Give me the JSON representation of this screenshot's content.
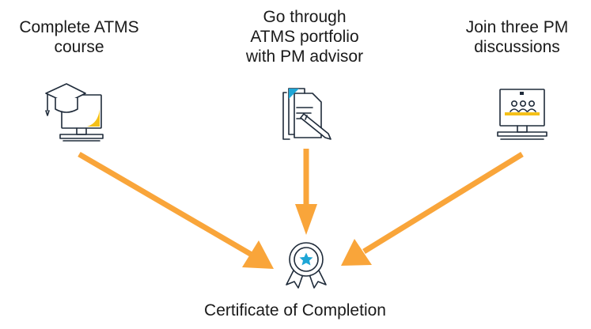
{
  "steps": [
    {
      "lines": [
        "Complete ATMS",
        "course"
      ],
      "icon": "computer-graduation-cap-icon"
    },
    {
      "lines": [
        "Go through",
        "ATMS portfolio",
        "with PM advisor"
      ],
      "icon": "document-pencil-icon"
    },
    {
      "lines": [
        "Join three PM",
        "discussions"
      ],
      "icon": "computer-video-meeting-icon"
    }
  ],
  "outcome": {
    "label": "Certificate of Completion",
    "icon": "award-ribbon-icon"
  },
  "colors": {
    "arrow": "#F9A53A",
    "icon_stroke": "#1F2B3A",
    "accent_yellow": "#F5C018",
    "accent_teal": "#1EA6D6"
  }
}
